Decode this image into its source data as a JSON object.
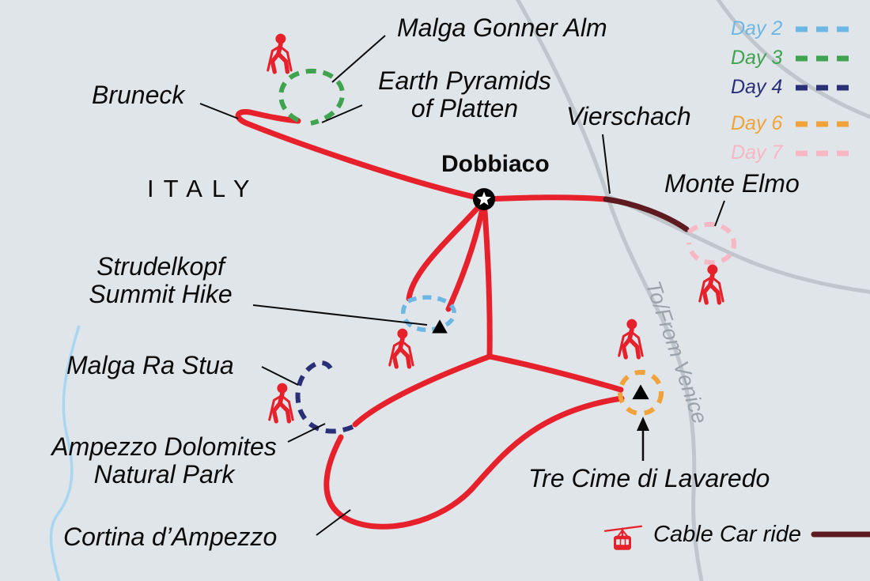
{
  "map": {
    "country_label": "ITALY",
    "start_point": {
      "name": "Dobbiaco",
      "marker": "star-in-circle"
    },
    "labels": {
      "malga_gonner_alm": "Malga Gonner Alm",
      "bruneck": "Bruneck",
      "earth_pyramids_line1": "Earth Pyramids",
      "earth_pyramids_line2": "of Platten",
      "vierschach": "Vierschach",
      "monte_elmo": "Monte Elmo",
      "strudelkopf_line1": "Strudelkopf",
      "strudelkopf_line2": "Summit Hike",
      "malga_ra_stua": "Malga Ra Stua",
      "ampezzo_line1": "Ampezzo Dolomites",
      "ampezzo_line2": "Natural Park",
      "cortina_dampezzo": "Cortina d’Ampezzo",
      "tre_cime": "Tre Cime di Lavaredo",
      "to_from_venice": "To/From Venice"
    },
    "colors": {
      "background": "#e0e5e9",
      "route_red": "#e6212b",
      "cable_car_maroon": "#5d1a20",
      "road_gray": "#bfc6cc",
      "river_blue": "#a9d7f2",
      "label_black": "#0b0b0b",
      "venice_gray": "#9aa2aa",
      "hiker_red": "#e6212b",
      "marker_black": "#000000"
    },
    "icons": {
      "hiker": "hiker-icon",
      "peak": "mountain-peak-icon",
      "start": "star-marker-icon",
      "cable_car": "cable-car-icon"
    }
  },
  "legend": {
    "days": [
      {
        "label": "Day 2",
        "color": "#6db7e5"
      },
      {
        "label": "Day 3",
        "color": "#3fa34f"
      },
      {
        "label": "Day 4",
        "color": "#2a3077"
      },
      {
        "label": "Day 6",
        "color": "#f2a23a"
      },
      {
        "label": "Day 7",
        "color": "#f8b7c4"
      }
    ],
    "cable_car": {
      "label": "Cable Car ride",
      "color": "#5d1a20"
    }
  }
}
